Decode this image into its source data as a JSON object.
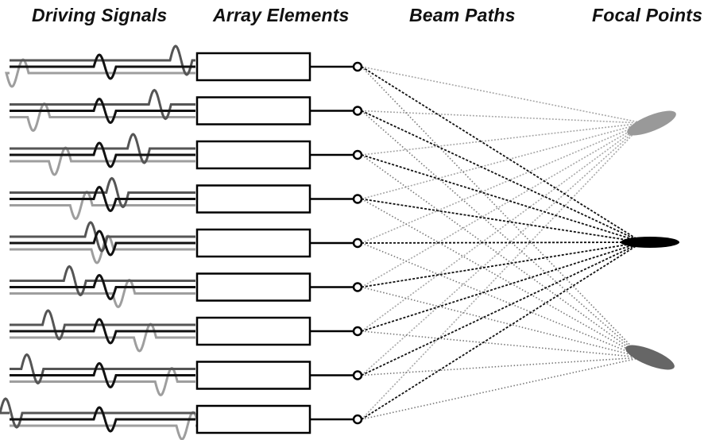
{
  "headers": {
    "driving_signals": "Driving Signals",
    "array_elements": "Array Elements",
    "beam_paths": "Beam Paths",
    "focal_points": "Focal Points"
  },
  "element_count": 9,
  "focal_points": [
    {
      "id": "top",
      "color": "#999999",
      "path_style": "light-dotted",
      "shape": "tilted-ellipse"
    },
    {
      "id": "middle",
      "color": "#000000",
      "path_style": "dark-dashed",
      "shape": "horizontal-ellipse"
    },
    {
      "id": "bottom",
      "color": "#666666",
      "path_style": "grey-dotted",
      "shape": "tilted-ellipse"
    }
  ],
  "signals": {
    "reference_color": "#111111",
    "top_focus_color": "#555555",
    "bottom_focus_color": "#9e9e9e"
  },
  "colors": {
    "element_stroke": "#000000",
    "element_fill": "#ffffff",
    "path_light": "#a8a8a8",
    "path_dark": "#111111",
    "path_grey": "#777777"
  }
}
